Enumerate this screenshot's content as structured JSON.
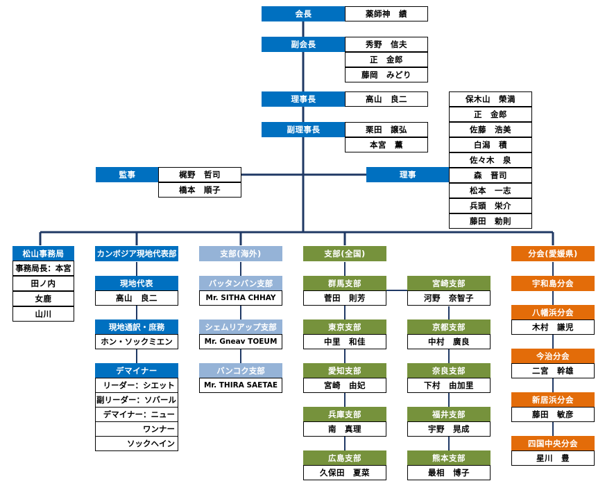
{
  "top": {
    "chairman": {
      "title": "会長",
      "names": [
        "薬師神　績"
      ]
    },
    "vice_chairman": {
      "title": "副会長",
      "names": [
        "秀野　信夫",
        "正　金郎",
        "藤岡　みどり"
      ]
    },
    "director_chief": {
      "title": "理事長",
      "names": [
        "高山　良二"
      ]
    },
    "vice_director_chief": {
      "title": "副理事長",
      "names": [
        "栗田　譲弘",
        "本宮　薫"
      ]
    },
    "auditor": {
      "title": "監事",
      "names": [
        "梶野　哲司",
        "橋本　順子"
      ]
    },
    "directors": {
      "title": "理事",
      "names": [
        "保木山　榮満",
        "正　金郎",
        "佐藤　浩美",
        "白潟　積",
        "佐々木　泉",
        "森　晋司",
        "松本　一志",
        "兵頭　栄介",
        "藤田　勅則"
      ]
    }
  },
  "matsuyama_office": {
    "title": "松山事務局",
    "members": [
      "事務局長：本宮",
      "田ノ内",
      "女鹿",
      "山川"
    ]
  },
  "cambodia": {
    "title": "カンボジア現地代表部",
    "representative": {
      "title": "現地代表",
      "name": "高山　良二"
    },
    "interpreter": {
      "title": "現地通訳・庶務",
      "name": "ホン・ソックミエン"
    },
    "deminer": {
      "title": "デマイナー",
      "members": [
        "リーダー：シエット",
        "副リーダー：ソバール",
        "デマイナー：ニュー",
        "ワンナー",
        "ソックヘイン"
      ]
    }
  },
  "overseas": {
    "title": "支部(海外)",
    "branches": [
      {
        "name": "バッタンバン支部",
        "head": "Mr. SITHA CHHAY"
      },
      {
        "name": "シェムリアップ支部",
        "head": "Mr. Gneav TOEUM"
      },
      {
        "name": "バンコク支部",
        "head": "Mr. THIRA SAETAE"
      }
    ]
  },
  "national": {
    "title": "支部(全国)",
    "left": [
      {
        "name": "群馬支部",
        "head": "菅田　則芳"
      },
      {
        "name": "東京支部",
        "head": "中里　和佳"
      },
      {
        "name": "愛知支部",
        "head": "宮崎　由妃"
      },
      {
        "name": "兵庫支部",
        "head": "南　真理"
      },
      {
        "name": "広島支部",
        "head": "久保田　夏菜"
      }
    ],
    "right": [
      {
        "name": "宮崎支部",
        "head": "河野　奈智子"
      },
      {
        "name": "京都支部",
        "head": "中村　廣良"
      },
      {
        "name": "奈良支部",
        "head": "下村　由加里"
      },
      {
        "name": "福井支部",
        "head": "宇野　晃成"
      },
      {
        "name": "熊本支部",
        "head": "最相　博子"
      }
    ]
  },
  "ehime": {
    "title": "分会(愛媛県)",
    "branches": [
      {
        "name": "宇和島分会",
        "head": ""
      },
      {
        "name": "八幡浜分会",
        "head": "木村　謙児"
      },
      {
        "name": "今治分会",
        "head": "二宮　幹雄"
      },
      {
        "name": "新居浜分会",
        "head": "藤田　敏彦"
      },
      {
        "name": "四国中央分会",
        "head": "星川　豊"
      }
    ]
  },
  "colors": {
    "blue": "#0070c0",
    "light_blue": "#95b3d7",
    "green": "#76923c",
    "orange": "#e36c09",
    "line": "#1f3864"
  }
}
